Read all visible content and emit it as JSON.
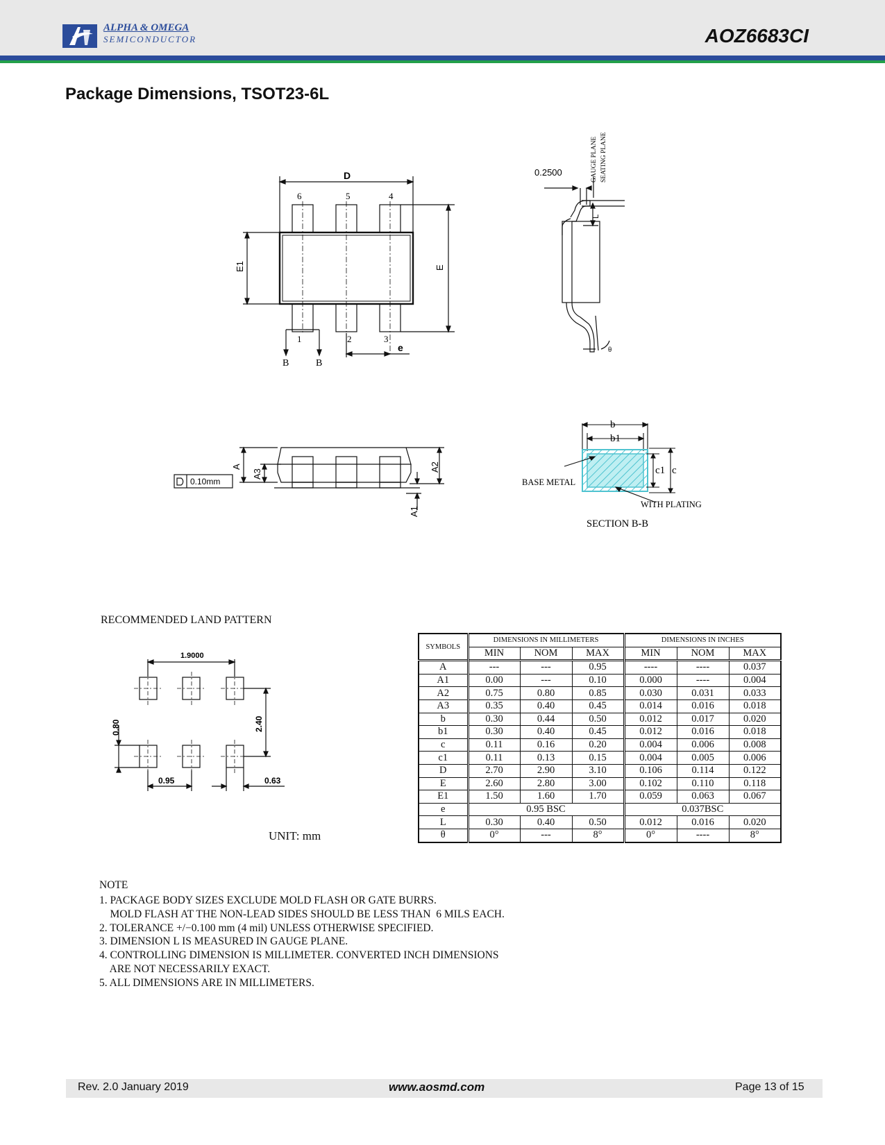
{
  "header": {
    "logo_line1": "ALPHA & OMEGA",
    "logo_line2": "SEMICONDUCTOR",
    "part_number": "AOZ6683CI"
  },
  "page_title": "Package Dimensions, TSOT23-6L",
  "top_view": {
    "dim_D": "D",
    "dim_E1": "E1",
    "dim_E": "E",
    "dim_e": "e",
    "pins_top": [
      "6",
      "5",
      "4"
    ],
    "pins_bottom": [
      "1",
      "2",
      "3"
    ],
    "section_marks": [
      "B",
      "B"
    ]
  },
  "side_view": {
    "gauge_dim": "0.2500",
    "gauge_plane": "GAUGE PLANE",
    "seating_plane": "SEATING PLANE",
    "dim_L": "L",
    "angle": "θ"
  },
  "front_view": {
    "flatness": "0.10mm",
    "dim_A": "A",
    "dim_A3": "A3",
    "dim_A2": "A2",
    "dim_A1": "A1"
  },
  "section_bb": {
    "dim_b": "b",
    "dim_b1": "b1",
    "dim_c1": "c1",
    "dim_c": "c",
    "base_metal": "BASE METAL",
    "with_plating": "WITH PLATING",
    "caption": "SECTION B-B"
  },
  "land_pattern": {
    "title": "RECOMMENDED LAND PATTERN",
    "dim_pitch_total": "1.9000",
    "dim_pad_height": "0.80",
    "dim_row_spacing": "2.40",
    "dim_pitch": "0.95",
    "dim_pad_width": "0.63",
    "unit": "UNIT:  mm"
  },
  "dimension_table": {
    "symbols_header": "SYMBOLS",
    "mm_header": "DIMENSIONS IN MILLIMETERS",
    "inch_header": "DIMENSIONS IN INCHES",
    "col_min": "MIN",
    "col_nom": "NOM",
    "col_max": "MAX",
    "rows": [
      {
        "sym": "A",
        "mm": [
          "---",
          "---",
          "0.95"
        ],
        "in": [
          "----",
          "----",
          "0.037"
        ]
      },
      {
        "sym": "A1",
        "mm": [
          "0.00",
          "---",
          "0.10"
        ],
        "in": [
          "0.000",
          "----",
          "0.004"
        ]
      },
      {
        "sym": "A2",
        "mm": [
          "0.75",
          "0.80",
          "0.85"
        ],
        "in": [
          "0.030",
          "0.031",
          "0.033"
        ]
      },
      {
        "sym": "A3",
        "mm": [
          "0.35",
          "0.40",
          "0.45"
        ],
        "in": [
          "0.014",
          "0.016",
          "0.018"
        ]
      },
      {
        "sym": "b",
        "mm": [
          "0.30",
          "0.44",
          "0.50"
        ],
        "in": [
          "0.012",
          "0.017",
          "0.020"
        ]
      },
      {
        "sym": "b1",
        "mm": [
          "0.30",
          "0.40",
          "0.45"
        ],
        "in": [
          "0.012",
          "0.016",
          "0.018"
        ]
      },
      {
        "sym": "c",
        "mm": [
          "0.11",
          "0.16",
          "0.20"
        ],
        "in": [
          "0.004",
          "0.006",
          "0.008"
        ]
      },
      {
        "sym": "c1",
        "mm": [
          "0.11",
          "0.13",
          "0.15"
        ],
        "in": [
          "0.004",
          "0.005",
          "0.006"
        ]
      },
      {
        "sym": "D",
        "mm": [
          "2.70",
          "2.90",
          "3.10"
        ],
        "in": [
          "0.106",
          "0.114",
          "0.122"
        ]
      },
      {
        "sym": "E",
        "mm": [
          "2.60",
          "2.80",
          "3.00"
        ],
        "in": [
          "0.102",
          "0.110",
          "0.118"
        ]
      },
      {
        "sym": "E1",
        "mm": [
          "1.50",
          "1.60",
          "1.70"
        ],
        "in": [
          "0.059",
          "0.063",
          "0.067"
        ]
      },
      {
        "sym": "e",
        "mm_bsc": "0.95 BSC",
        "in_bsc": "0.037BSC"
      },
      {
        "sym": "L",
        "mm": [
          "0.30",
          "0.40",
          "0.50"
        ],
        "in": [
          "0.012",
          "0.016",
          "0.020"
        ]
      },
      {
        "sym": "θ",
        "mm": [
          "0°",
          "---",
          "8°"
        ],
        "in": [
          "0°",
          "----",
          "8°"
        ]
      }
    ]
  },
  "notes": {
    "heading": "NOTE",
    "text": "1. PACKAGE BODY SIZES EXCLUDE MOLD FLASH OR GATE BURRS.\n    MOLD FLASH AT THE NON-LEAD SIDES SHOULD BE LESS THAN  6 MILS EACH.\n2. TOLERANCE +/−0.100 mm (4 mil) UNLESS OTHERWISE SPECIFIED.\n3. DIMENSION L IS MEASURED IN GAUGE PLANE.\n4. CONTROLLING DIMENSION IS MILLIMETER. CONVERTED INCH DIMENSIONS\n    ARE NOT NECESSARILY EXACT.\n5. ALL DIMENSIONS ARE IN MILLIMETERS."
  },
  "footer": {
    "revision": "Rev. 2.0 January 2019",
    "website": "www.aosmd.com",
    "page": "Page 13 of 15"
  },
  "colors": {
    "brand_blue": "#2b4c9b",
    "brand_green": "#23a04a",
    "plating_cyan": "#4fc3d0"
  }
}
